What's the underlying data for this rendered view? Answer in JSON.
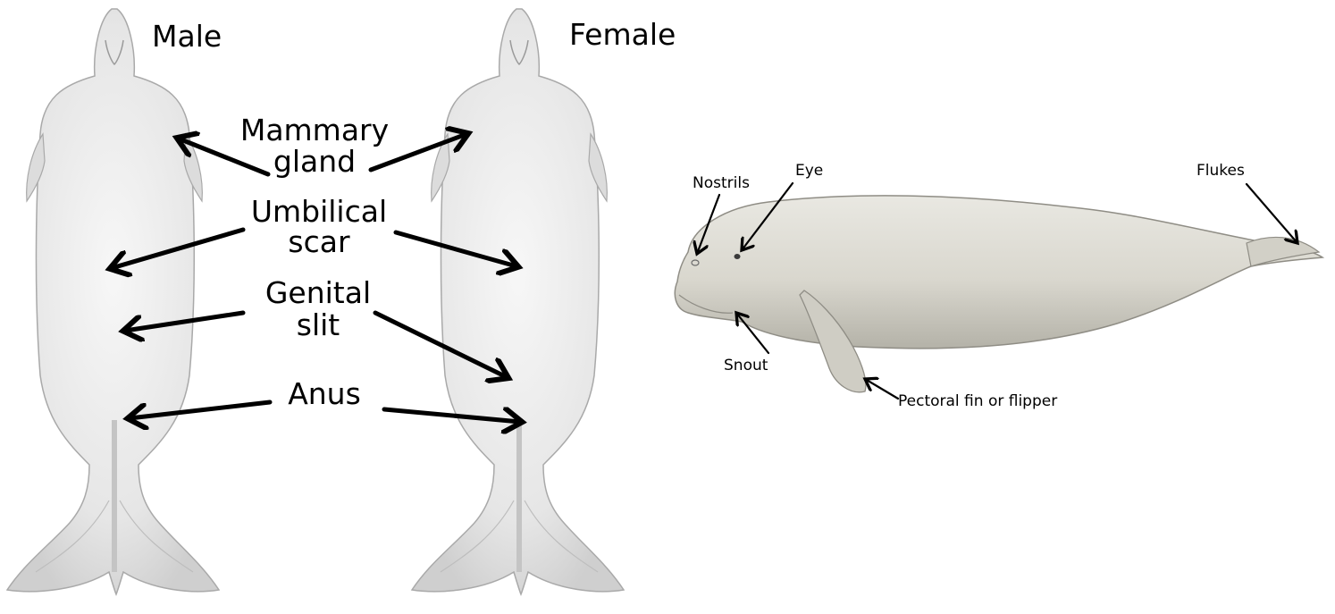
{
  "ventral": {
    "male_title": "Male",
    "female_title": "Female",
    "labels": {
      "mammary_line1": "Mammary",
      "mammary_line2": "gland",
      "umbilical_line1": "Umbilical",
      "umbilical_line2": "scar",
      "genital_line1": "Genital",
      "genital_line2": "slit",
      "anus": "Anus"
    }
  },
  "lateral": {
    "labels": {
      "nostrils": "Nostrils",
      "eye": "Eye",
      "flukes": "Flukes",
      "snout": "Snout",
      "pectoral": "Pectoral fin or flipper"
    }
  },
  "colors": {
    "body_fill": "#e9e9e9",
    "body_shade": "#d6d6d6",
    "lateral_body": "#dddbd3",
    "lateral_shadow": "#b9b7ae",
    "arrow": "#000000"
  }
}
